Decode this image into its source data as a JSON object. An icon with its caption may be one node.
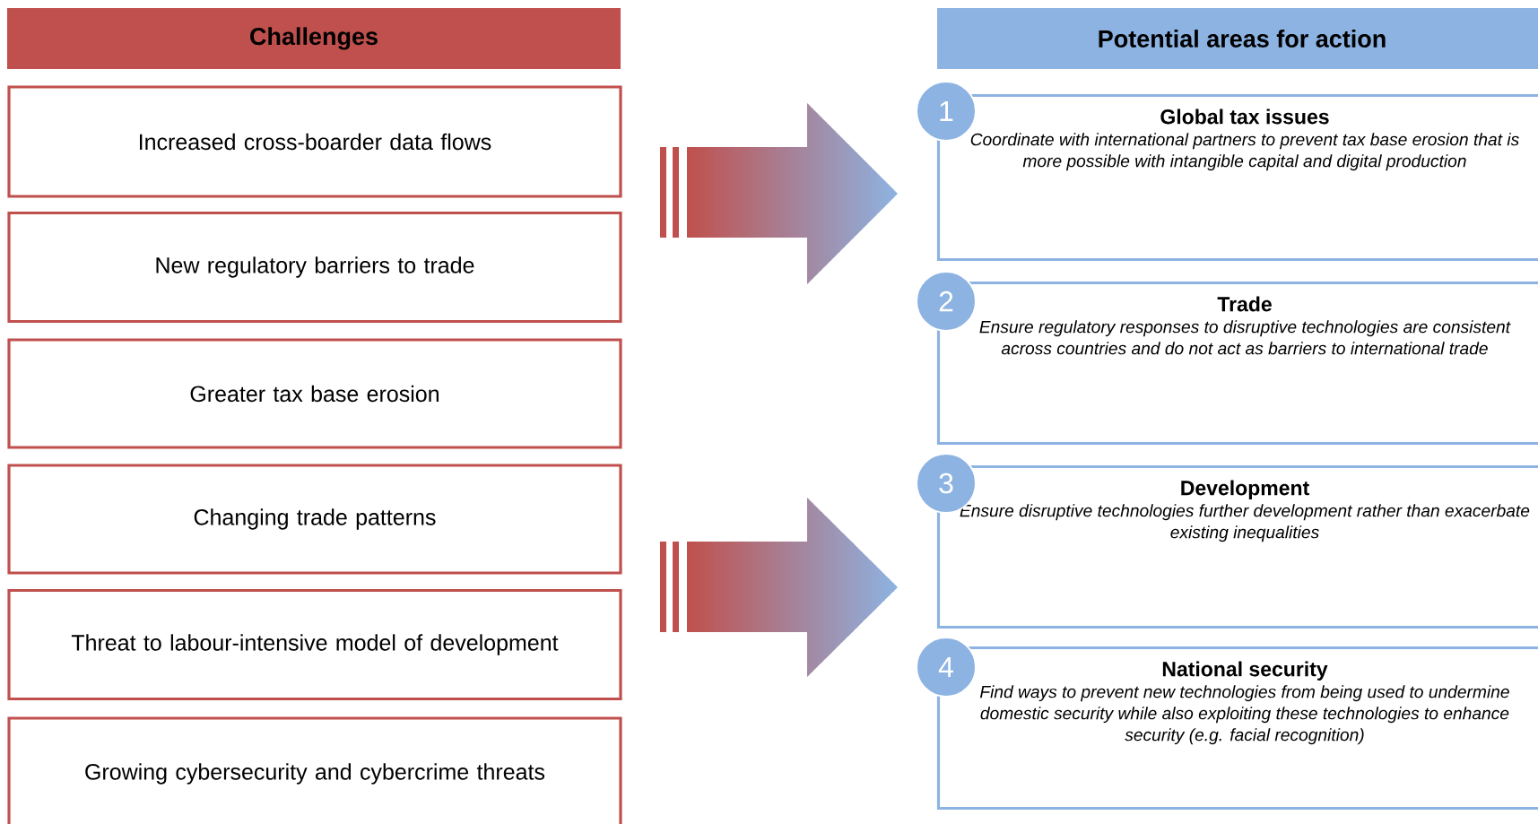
{
  "diagram": {
    "nodes": [
      {
        "text": [
          "Challenges"
        ]
      },
      {
        "text": [
          "Increased cross-boarder data flows"
        ]
      },
      {
        "text": [
          "New regulatory barriers to trade"
        ]
      },
      {
        "text": [
          "Greater tax base erosion"
        ]
      },
      {
        "text": [
          "Changing trade patterns"
        ]
      },
      {
        "text": [
          "Threat to labour-intensive model of development"
        ]
      },
      {
        "text": [
          "Growing cybersecurity and cybercrime threats"
        ]
      },
      {
        "text": [
          "Potential areas for action"
        ]
      },
      {
        "text": [
          "1"
        ]
      },
      {
        "text": [
          "Global tax issues",
          "Coordinate with international partners to prevent tax base erosion that is more possible with intangible capital and digital production"
        ]
      },
      {
        "text": [
          "2"
        ]
      },
      {
        "text": [
          "Trade",
          "Ensure regulatory responses to disruptive technologies are consistent across countries and do not act as barriers to international trade"
        ]
      },
      {
        "text": [
          "3"
        ]
      },
      {
        "text": [
          "Development",
          "Ensure disruptive technologies further development rather than exacerbate existing inequalities"
        ]
      },
      {
        "text": [
          "4"
        ]
      },
      {
        "text": [
          "National security",
          "Find ways to prevent new technologies from being used to undermine domestic security while also exploiting these technologies to enhance security (e.g. facial recognition)"
        ]
      }
    ]
  }
}
